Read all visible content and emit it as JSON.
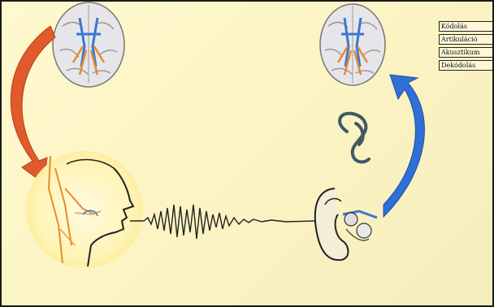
{
  "stages": {
    "items": [
      {
        "label": "Kódolás"
      },
      {
        "label": "Artikuláció"
      },
      {
        "label": "Akusztikum"
      },
      {
        "label": "Dekódolás"
      }
    ]
  },
  "colors": {
    "background": "#fcf5c6",
    "production_arrow": "#e05a2b",
    "perception_arrow": "#2f6fd6",
    "speaker_glow": "#fff7c0",
    "nerve_orange": "#e88a30",
    "nerve_blue": "#3a78d0"
  },
  "icons": {
    "speaker_brain": "brain-icon",
    "listener_brain": "brain-icon",
    "speaker_head": "head-profile-icon",
    "sound_wave": "waveform-icon",
    "ear": "ear-icon",
    "cochlea": "cochlea-icon"
  }
}
